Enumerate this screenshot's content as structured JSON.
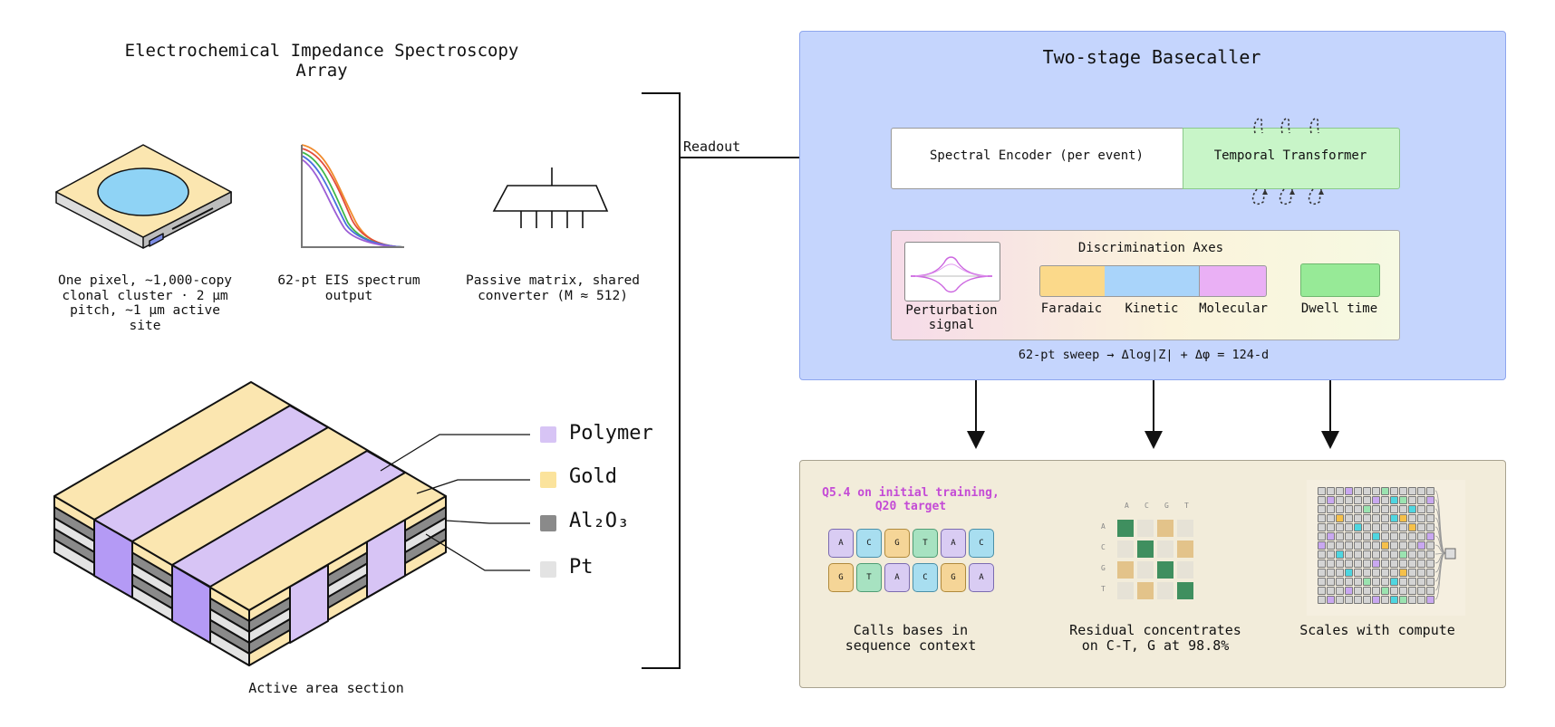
{
  "left": {
    "title": "Electrochemical Impedance Spectroscopy\nArray",
    "items": [
      {
        "caption": "One pixel, ~1,000-copy\nclonal cluster · 2 µm\npitch, ~1 µm active\nsite"
      },
      {
        "caption": "62-pt EIS spectrum\noutput"
      },
      {
        "caption": "Passive matrix, shared\nconverter (M ≈ 512)"
      }
    ],
    "section_caption": "Active area section",
    "legend": [
      {
        "label": "Polymer",
        "color": "#d7c4f5"
      },
      {
        "label": "Gold",
        "color": "#fbe39c"
      },
      {
        "label": "Al₂O₃",
        "color": "#8a8a8a"
      },
      {
        "label": "Pt",
        "color": "#e3e3e3"
      }
    ],
    "readout_label": "Readout"
  },
  "basecaller": {
    "title": "Two-stage Basecaller",
    "encoder_label": "Spectral Encoder (per event)",
    "transformer_label": "Temporal Transformer",
    "axes_title": "Discrimination Axes",
    "perturbation_label": "Perturbation\nsignal",
    "axes": [
      "Faradaic",
      "Kinetic",
      "Molecular"
    ],
    "dwell_label": "Dwell time",
    "sweep_text": "62-pt sweep → Δlog|Z| + Δφ = 124-d",
    "colors": {
      "panel": "#c5d5fd",
      "transformer": "#c8f5c8",
      "faradaic": "#fbd98a",
      "kinetic": "#a9d4fa",
      "molecular": "#eab0f5",
      "dwell": "#97ea97"
    }
  },
  "outputs": {
    "quality_text": "Q5.4 on initial training,\nQ20 target",
    "bases_row1": [
      "A",
      "C",
      "G",
      "T",
      "A",
      "C"
    ],
    "bases_row2": [
      "G",
      "T",
      "A",
      "C",
      "G",
      "A"
    ],
    "matrix_headers": [
      "A",
      "C",
      "G",
      "T"
    ],
    "captions": [
      "Calls bases in\nsequence context",
      "Residual concentrates\non C-T, G at 98.8%",
      "Scales with compute"
    ]
  }
}
